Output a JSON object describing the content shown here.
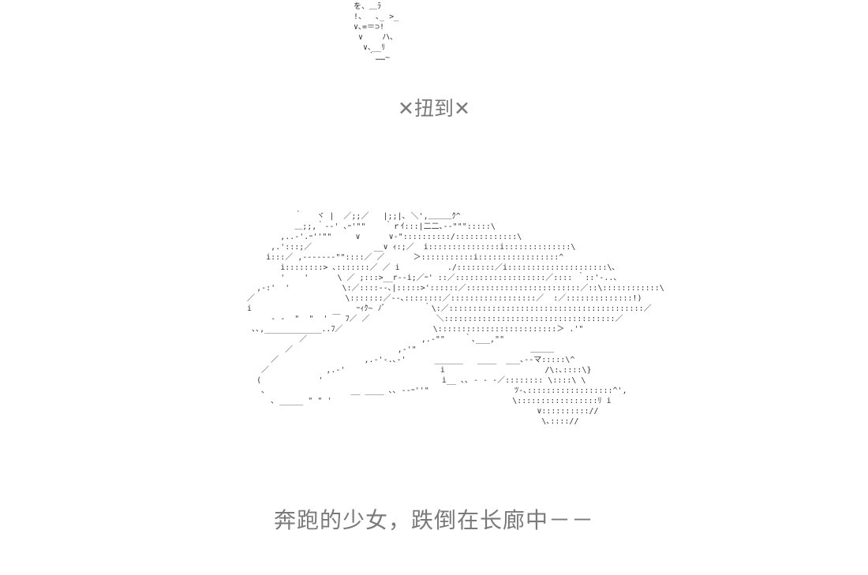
{
  "caption_sfx": "✕扭到✕",
  "caption_narration": "奔跑的少女，跌倒在长廊中－－",
  "art_feet": "を、＿ﾗ\n!、  ､_ >_\n∨､=＝⊃!\n ∨    ハ､\n  ∨､__ﾘ\n   ｀……~",
  "art_girl": "             ｀   ヾ |  ／;;／   |;;|､ ＼',＿＿＿ｸ^\n             ＿;;,｀--' ､ｰ'\"\"    ｀ｒｲ:::|二二､--\"\"\":::::\\\n          ,..-'.ｰ''\"\"     ∨      ∨-\"::::::::::/:::::::::::::\\\n        ,.':::;／             __∨ ｨ:;／  i:::::::::::::::i::::::::::::::\\\n       i:::／ ,-------\"\"::::／ ／      ＞:::::::::::i:::::::::::::::::^\n          i::::::::> ､:::::::／ ／ i          ./::::::::／i:::::::::::::::::::::\\､\n          '    '      \\ ／ ;:::>__r--i;／ｰ' ::／:::::::::::::::::::／:::: ｀::'-..､\n     ,-:'  '           \\:／::::--､|:::::>'::::::／::::::::::::::::::::::::／::\\::::::::::::\\\n   ／                   \\:::::::／--､::::::::／::::::::::::::::::／  :／::::::::::::::!)\n   i                      ｰｨｸ~ ﾉﾞ        ｀\\:／:::::::::::::::::::::::::::::::::::::::::／\n        - -  \"  \"  ' ￣ ﾌ／ ／              ＼::::::::::::::::::::::::::::::::::::／\n    ､､,____________..ﾌ／                   \\:::::::::::::::::::::::::＞ .'\"\n              ／                        ,.-\"\"    ｀､___,\"\"\n           ／                      ,-'\"                        ＿＿＿\n        ／                  ,.-'-.､-'      ______   ____  ___､--マ:::::\\^\n      ／            ,.-'                    i                     /\\:､::::\\}\n     (            '                         i__ ､､ - - -／:::::::: \\::::\\ \\\n      ､                  __ ____ ､､ --ｰ''\"                  ﾂ-､::::::::::::::::::^',\n        ､ _____ \" \" '                                      \\:::::::::::::::::ﾘ i\n                                                                ∨:::::::::://\n                                                                 \\､:::://"
}
